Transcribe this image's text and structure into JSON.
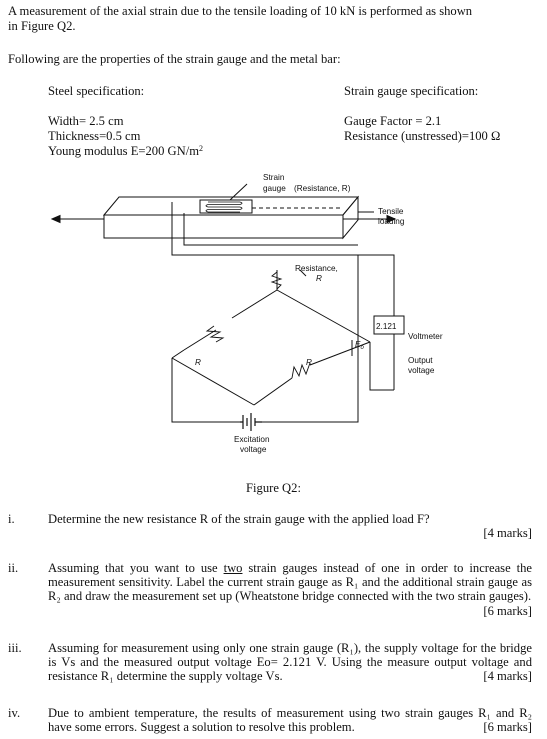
{
  "intro": {
    "line1": "A measurement of the axial strain due to the tensile loading of 10 kN is performed as shown",
    "line2": "in Figure Q2.",
    "line3": "Following are the properties of the strain gauge and the metal bar:"
  },
  "steel": {
    "heading": "Steel specification:",
    "width": "Width= 2.5 cm",
    "thickness": "Thickness=0.5 cm",
    "young_prefix": "Young modulus E=200 GN/m",
    "young_sup": "2"
  },
  "gauge": {
    "heading": "Strain gauge specification:",
    "factor": "Gauge Factor = 2.1",
    "resistance": "Resistance (unstressed)=100 Ω"
  },
  "figure": {
    "label_strain_gauge_1": "Strain",
    "label_strain_gauge_2": "gauge",
    "label_resistance_r": "(Resistance, R)",
    "label_tensile_1": "Tensile",
    "label_tensile_2": "loading",
    "label_resistance_center_1": "Resistance,",
    "label_resistance_center_2": "R",
    "label_r_left": "R",
    "label_r_right": "R",
    "label_eo": "E",
    "label_eo_sub": "o",
    "voltmeter_reading": "2.121",
    "label_voltmeter": "Voltmeter",
    "label_output_1": "Output",
    "label_output_2": "voltage",
    "label_excitation_1": "Excitation",
    "label_excitation_2": "voltage",
    "caption": "Figure Q2:"
  },
  "questions": [
    {
      "num": "i.",
      "text": "Determine the new resistance R of the strain gauge with the applied load F?",
      "marks": "[4 marks]"
    },
    {
      "num": "ii.",
      "text_a": "Assuming that you want to use ",
      "text_u": "two",
      "text_b": " strain gauges instead of one in order to increase the measurement sensitivity. Label the current strain gauge as R₁ and the additional strain gauge as R₂ and draw the measurement set up (Wheatstone bridge connected with the two strain gauges).",
      "marks": "[6 marks]"
    },
    {
      "num": "iii.",
      "text": "Assuming for measurement using only one strain gauge (R₁), the supply voltage for the bridge is Vs and the measured output voltage Eo= 2.121 V. Using the measure output voltage and resistance R₁ determine the supply voltage Vs.",
      "marks": "[4 marks]"
    },
    {
      "num": "iv.",
      "text": "Due to ambient temperature, the results of measurement using two strain gauges R₁ and R₂ have some errors. Suggest a solution to resolve this problem.",
      "marks": "[6 marks]"
    }
  ]
}
